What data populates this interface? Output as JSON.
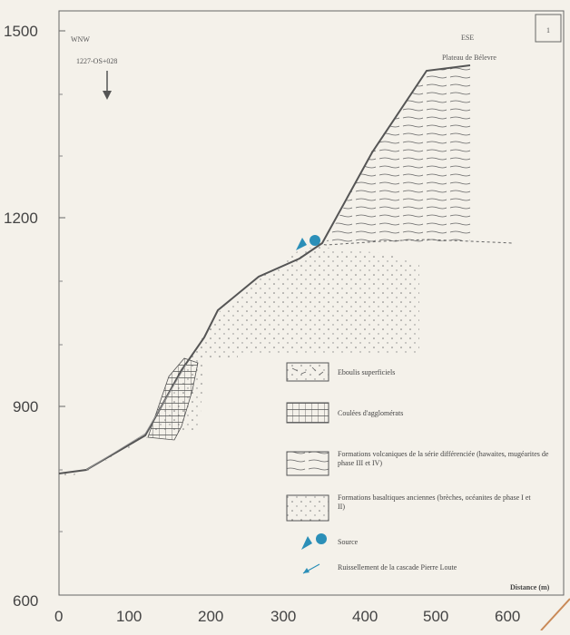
{
  "figure": {
    "panel_label": "1",
    "left_label": "WNW",
    "left_sublabel": "1227-OS+028",
    "right_label": "ESE",
    "right_sublabel": "Plateau de Bélevre",
    "x_axis_label": "Distance (m)",
    "colors": {
      "background": "#f4f1ea",
      "line": "#555555",
      "source": "#2b8fb8"
    }
  },
  "axes": {
    "y_ticks": [
      "1500",
      "1200",
      "900",
      "600"
    ],
    "x_ticks": [
      "0",
      "100",
      "200",
      "300",
      "400",
      "500",
      "600"
    ]
  },
  "legend": [
    {
      "icon": "eboulis-swatch",
      "label": "Eboulis superficiels"
    },
    {
      "icon": "agglomerate-swatch",
      "label": "Coulées d'agglomérats"
    },
    {
      "icon": "volcanic-swatch",
      "label": "Formations volcaniques de la série différenciée (hawaites, mugéarites de phase III et IV)"
    },
    {
      "icon": "basalt-swatch",
      "label": "Formations basaltiques anciennes (brèches, océanites de phase I et II)"
    },
    {
      "icon": "source-icon",
      "label": "Source"
    },
    {
      "icon": "runoff-arrow-icon",
      "label": "Ruissellement de la cascade Pierre Loute"
    }
  ]
}
